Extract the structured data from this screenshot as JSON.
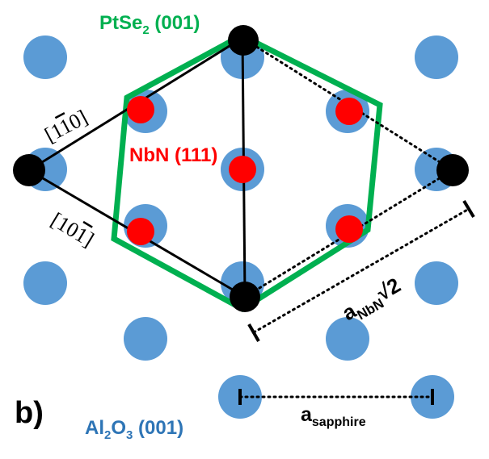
{
  "panel_label": "b)",
  "labels": {
    "ptse2": {
      "main": "PtSe",
      "sub": "2",
      "rest": " (001)"
    },
    "nbn": "NbN (111)",
    "sapphire": {
      "main": "Al",
      "sub1": "2",
      "mid": "O",
      "sub2": "3",
      "rest": " (001)"
    },
    "a_nbn": {
      "main": "a",
      "sub": "NbN",
      "rest": "√2"
    },
    "a_sapphire": {
      "main": "a",
      "sub": "sapphire"
    }
  },
  "directions": {
    "upper": {
      "pre": "[1",
      "bar": "1",
      "post": "0]"
    },
    "lower": {
      "pre": "[10",
      "bar": "1",
      "post": "]"
    }
  },
  "colors": {
    "sapphire_atom": "#5b9bd5",
    "nbn_atom": "#ff0000",
    "corner_atom": "#000000",
    "ptse2_hexagon": "#00b050",
    "sapphire_label": "#2e75b6",
    "nbn_label": "#ff0000",
    "ptse2_label": "#00b050"
  }
}
